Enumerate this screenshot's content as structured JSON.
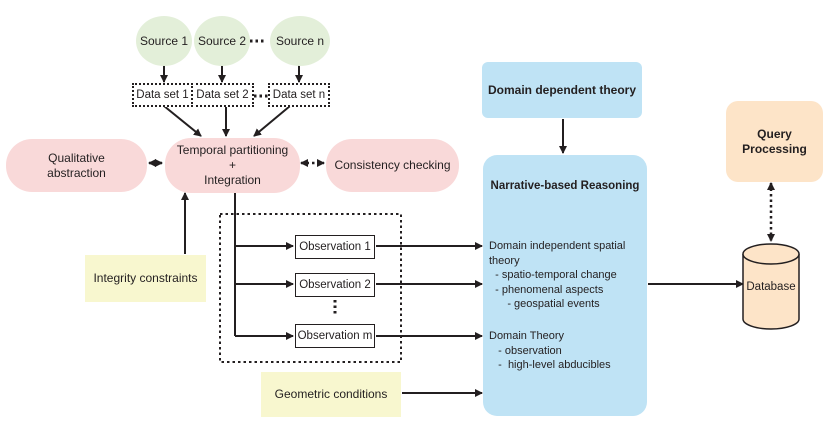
{
  "sources": [
    "Source 1",
    "Source 2",
    "Source n"
  ],
  "datasets": [
    "Data set 1",
    "Data set 2",
    "Data set n"
  ],
  "integration": "Temporal partitioning\n+\nIntegration",
  "qualitative_abstraction": "Qualitative\nabstraction",
  "consistency_checking": "Consistency checking",
  "integrity_constraints": "Integrity constraints",
  "observations": [
    "Observation 1",
    "Observation 2",
    "Observation m"
  ],
  "geometric_conditions": "Geometric conditions",
  "domain_dependent_theory": "Domain dependent theory",
  "reasoning": {
    "title": "Narrative-based Reasoning",
    "spatial": "Domain independent spatial\ntheory\n  - spatio-temporal change\n  - phenomenal aspects\n      - geospatial events",
    "domain": "Domain Theory\n   - observation\n   -  high-level abducibles"
  },
  "query_processing": "Query Processing",
  "database": "Database",
  "colors": {
    "source_green": "#e3efd9",
    "process_pink": "#f9d9d9",
    "note_yellow": "#f8f7cf",
    "reasoning_blue": "#bfe3f5",
    "query_orange": "#fde4c8",
    "line": "#231f20"
  }
}
